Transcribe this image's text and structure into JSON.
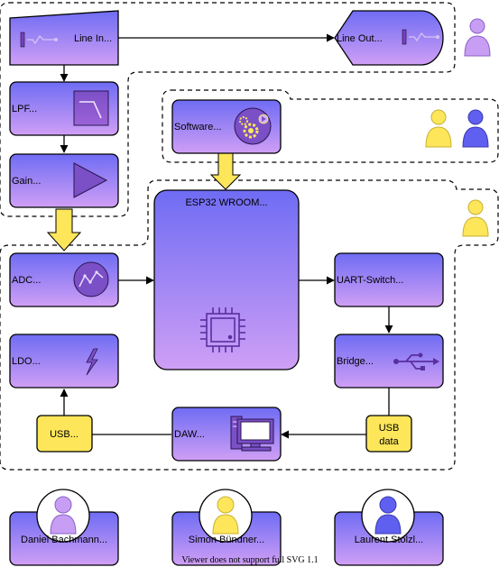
{
  "colors": {
    "block_top": "#6f6cf4",
    "block_bottom": "#cf9ff5",
    "yellow": "#fde65a",
    "person_purple": "#c89ef5",
    "person_yellow": "#fde65a",
    "person_blue": "#5f5ff0"
  },
  "blocks": {
    "line_in": "Line In...",
    "line_out": "Line Out...",
    "lpf": "LPF...",
    "gain": "Gain...",
    "software": "Software...",
    "esp32": "ESP32 WROOM...",
    "adc": "ADC...",
    "uart": "UART-Switch...",
    "ldo": "LDO...",
    "bridge": "Bridge...",
    "usb_left": "USB...",
    "daw": "DAW...",
    "usb_data_line1": "USB",
    "usb_data_line2": "data"
  },
  "people": {
    "daniel": "Daniel Bachmann...",
    "simon": "Simon Bündner...",
    "laurent": "Laurent Stolzl..."
  },
  "footer": "Viewer does not support full SVG 1.1"
}
